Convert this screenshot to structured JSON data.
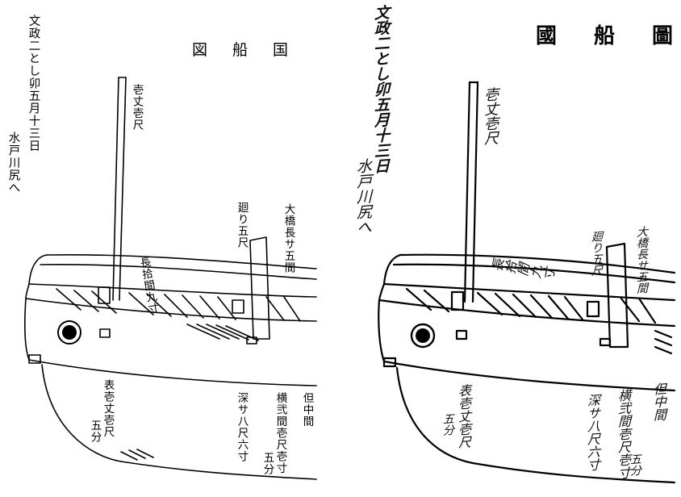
{
  "transcription": {
    "title": "図　船　国",
    "date": "文政二とし卯五月十三日",
    "destination": "水戸川尻へ",
    "mast_label": "壱丈壱尺",
    "gunwale_label": "長拾間九寸",
    "post_label": "廻り五尺",
    "length_label": "大橋長サ五間",
    "bow_label_1": "表壱丈壱尺",
    "bow_label_2": "五分",
    "depth_label": "深サ八尺六寸",
    "width_label_1": "横弐間壱尺壱寸",
    "width_label_2": "五分",
    "middle_label": "但中間"
  },
  "original": {
    "title": "國　船　圖",
    "date": "文政二とし卯五月十三日",
    "destination": "水戸川尻へ",
    "mast_label": "壱丈壱尺",
    "gunwale_label": "長拾間九寸",
    "post_label": "廻り五尺",
    "length_label": "大橋長サ五間",
    "bow_label_1": "表壱丈壱尺",
    "bow_label_2": "五分",
    "depth_label": "深サ八尺六寸",
    "width_label_1": "横弐間壱尺壱寸",
    "width_label_2": "五分",
    "middle_label": "但中間"
  },
  "colors": {
    "ink": "#000000",
    "paper": "#ffffff"
  }
}
